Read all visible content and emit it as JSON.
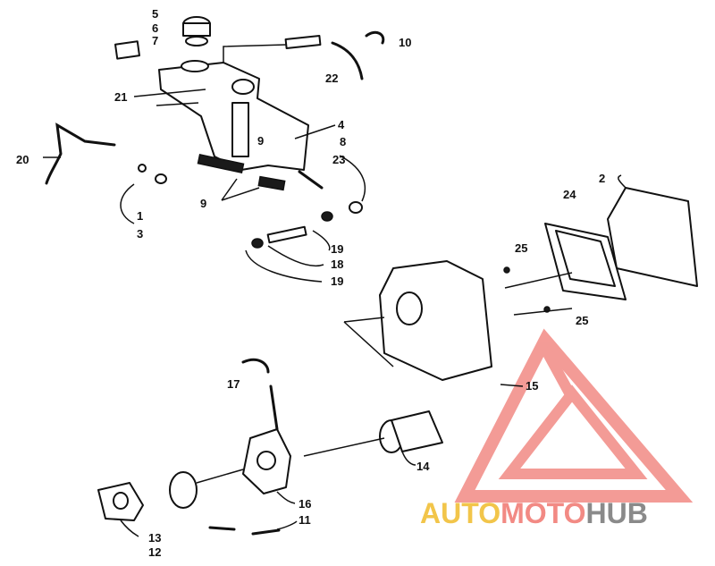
{
  "labels": [
    {
      "id": "l1",
      "text": "1"
    },
    {
      "id": "l2",
      "text": "2"
    },
    {
      "id": "l3",
      "text": "3"
    },
    {
      "id": "l4",
      "text": "4"
    },
    {
      "id": "l5",
      "text": "5"
    },
    {
      "id": "l6",
      "text": "6"
    },
    {
      "id": "l7",
      "text": "7"
    },
    {
      "id": "l8",
      "text": "8"
    },
    {
      "id": "l9a",
      "text": "9"
    },
    {
      "id": "l9b",
      "text": "9"
    },
    {
      "id": "l10",
      "text": "10"
    },
    {
      "id": "l11",
      "text": "11"
    },
    {
      "id": "l12",
      "text": "12"
    },
    {
      "id": "l13",
      "text": "13"
    },
    {
      "id": "l14",
      "text": "14"
    },
    {
      "id": "l15",
      "text": "15"
    },
    {
      "id": "l16",
      "text": "16"
    },
    {
      "id": "l17",
      "text": "17"
    },
    {
      "id": "l18",
      "text": "18"
    },
    {
      "id": "l19a",
      "text": "19"
    },
    {
      "id": "l19b",
      "text": "19"
    },
    {
      "id": "l20",
      "text": "20"
    },
    {
      "id": "l21",
      "text": "21"
    },
    {
      "id": "l22",
      "text": "22"
    },
    {
      "id": "l23",
      "text": "23"
    },
    {
      "id": "l24",
      "text": "24"
    },
    {
      "id": "l25a",
      "text": "25"
    },
    {
      "id": "l25b",
      "text": "25"
    }
  ],
  "watermark": {
    "part1": "AUTO",
    "part2": "MOTO",
    "part3": "HUB",
    "colors": {
      "yellow": "#f2c54a",
      "red": "#f28a84",
      "gray": "#8a8a8a"
    }
  }
}
